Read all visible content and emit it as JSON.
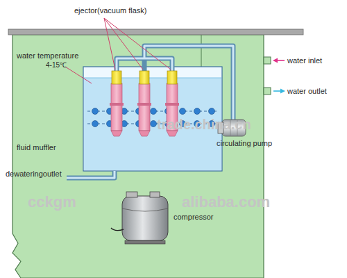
{
  "diagram": {
    "labels": [
      "ejector(vacuum flask)",
      "water temperature",
      "4-15℃",
      "water inlet",
      "water outlet",
      "fluid muffler",
      "circulating pump",
      "dewateringoutlet",
      "compressor",
      "trade.china.cn",
      "cckgm",
      "alibaba.com"
    ]
  }
}
